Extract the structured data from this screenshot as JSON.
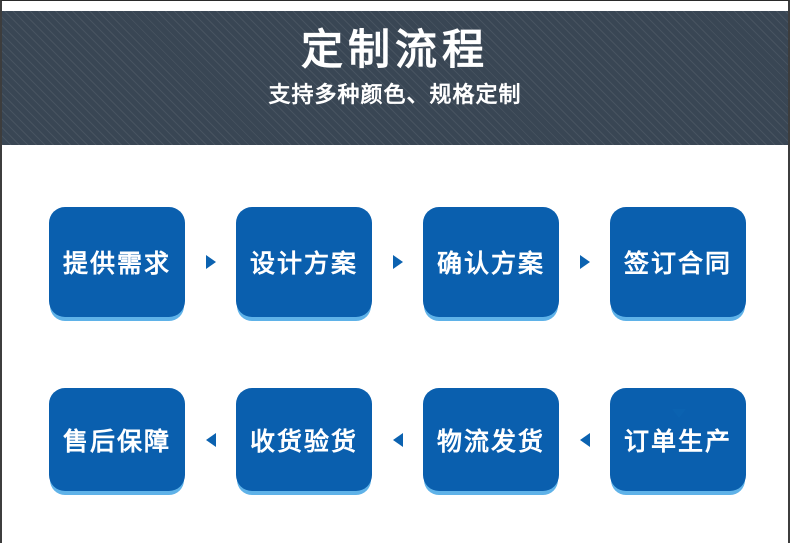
{
  "header": {
    "title": "定制流程",
    "subtitle": "支持多种颜色、规格定制",
    "bg_color": "#394654",
    "text_color": "#ffffff"
  },
  "flow": {
    "box_color": "#0a5fae",
    "box_edge_color": "#5fb2e8",
    "arrow_color": "#0b62b0",
    "rows": [
      {
        "direction": "right",
        "boxes": [
          "提供需求",
          "设计方案",
          "确认方案",
          "签订合同"
        ]
      },
      {
        "direction": "left",
        "boxes": [
          "售后保障",
          "收货验货",
          "物流发货",
          "订单生产"
        ]
      }
    ],
    "connector": "down"
  }
}
